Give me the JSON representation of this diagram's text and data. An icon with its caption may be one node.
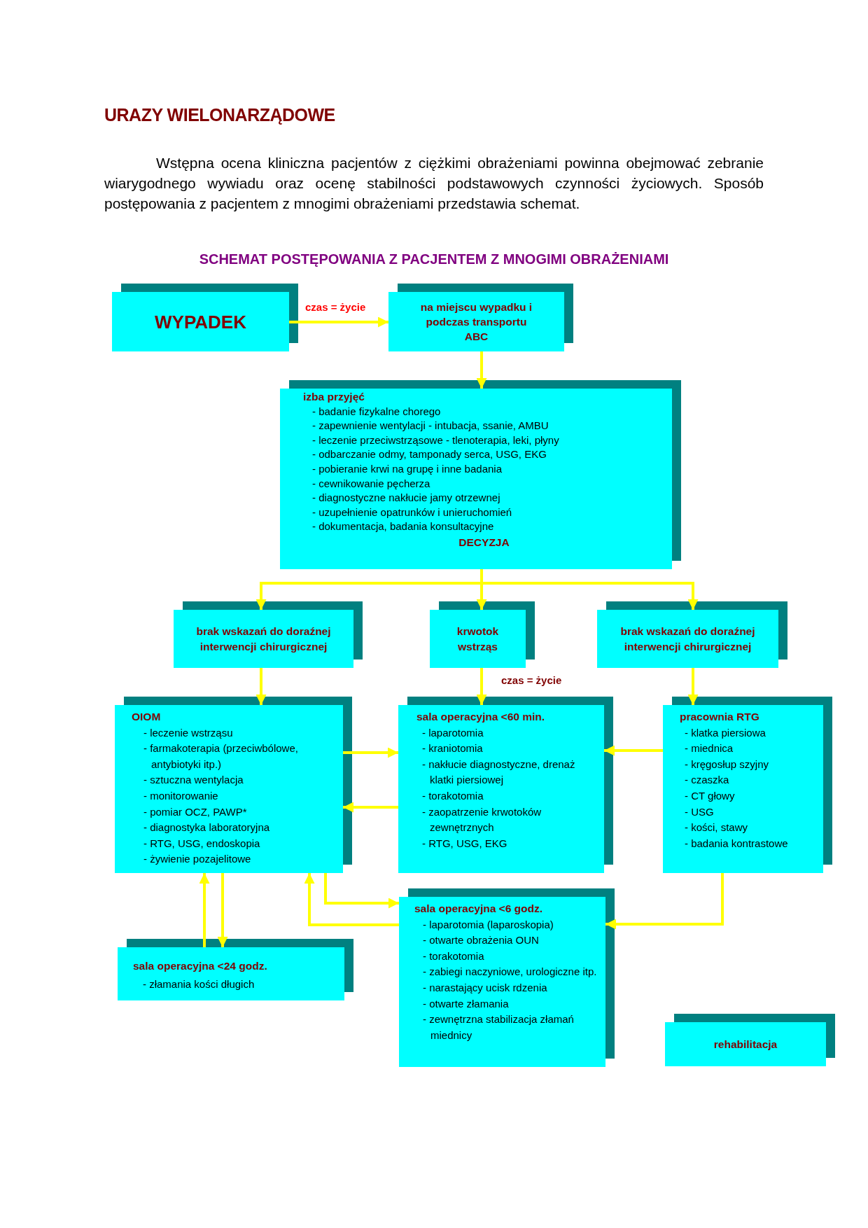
{
  "diagram": {
    "title": "URAZY WIELONARZĄDOWE",
    "labels": [
      "Wstępna ocena kliniczna pacjentów z ciężkimi obrażeniami powinna obejmować zebranie wiarygodnego wywiadu oraz ocenę stabilności podstawowych czynności życiowych. Sposób postępowania z pacjentem z mnogimi obrażeniami przedstawia schemat.",
      "SCHEMAT POSTĘPOWANIA Z PACJENTEM Z MNOGIMI OBRAŻENIAMI"
    ],
    "nodes": [
      {
        "text": [
          "WYPADEK"
        ]
      },
      {
        "text": [
          "na miejscu wypadku i podczas transportu",
          "ABC"
        ]
      },
      {
        "text": [
          "izba przyjęć",
          "- badanie fizykalne chorego",
          "- zapewnienie wentylacji - intubacja, ssanie, AMBU",
          "- leczenie przeciwstrząsowe - tlenoterapia, leki, płyny",
          "- odbarczanie odmy, tamponady serca, USG, EKG",
          "- pobieranie krwi na grupę i inne badania",
          "- cewnikowanie pęcherza",
          "- diagnostyczne nakłucie jamy otrzewnej",
          "- uzupełnienie opatrunków i unieruchomień",
          "- dokumentacja, badania konsultacyjne",
          "DECYZJA"
        ]
      },
      {
        "text": [
          "brak wskazań do doraźnej interwencji chirurgicznej"
        ]
      },
      {
        "text": [
          "krwotok wstrząs"
        ]
      },
      {
        "text": [
          "brak wskazań do doraźnej interwencji chirurgicznej"
        ]
      },
      {
        "text": [
          "OIOM",
          "- leczenie wstrząsu",
          "- farmakoterapia (przeciwbólowe, antybiotyki itp.)",
          "- sztuczna wentylacja",
          "- monitorowanie",
          "- pomiar OCZ, PAWP*",
          "- diagnostyka laboratoryjna",
          "- RTG, USG, endoskopia",
          "- żywienie pozajelitowe"
        ]
      },
      {
        "text": [
          "sala operacyjna <60 min.",
          "- laparotomia",
          "- kraniotomia",
          "- nakłucie diagnostyczne, drenaż klatki piersiowej",
          "- torakotomia",
          "- zaopatrzenie krwotoków zewnętrznych",
          "- RTG, USG, EKG"
        ]
      },
      {
        "text": [
          "pracownia RTG",
          "- klatka piersiowa",
          "- miednica",
          "- kręgosłup szyjny",
          "- czaszka",
          "- CT głowy",
          "- USG",
          "- kości, stawy",
          "- badania kontrastowe"
        ]
      },
      {
        "text": [
          "sala operacyjna <24 godz.",
          "- złamania kości długich"
        ]
      },
      {
        "text": [
          "sala operacyjna <6 godz.",
          "- laparotomia (laparoskopia)",
          "- otwarte obrażenia OUN",
          "- torakotomia",
          "- zabiegi naczyniowe, urologiczne itp.",
          "- narastający ucisk rdzenia",
          "- otwarte złamania",
          "- zewnętrzna stabilizacja złamań miednicy"
        ]
      },
      {
        "text": [
          "rehabilitacja"
        ]
      }
    ],
    "edges": [
      {
        "from": 0,
        "to": 1,
        "arrow": "to",
        "label": "czas = życie"
      },
      {
        "from": 1,
        "to": 2,
        "arrow": "to"
      },
      {
        "from": 2,
        "to": 3,
        "arrow": "to"
      },
      {
        "from": 2,
        "to": 4,
        "arrow": "to"
      },
      {
        "from": 2,
        "to": 5,
        "arrow": "to"
      },
      {
        "from": 3,
        "to": 6,
        "arrow": "to"
      },
      {
        "from": 4,
        "to": 7,
        "arrow": "to",
        "label": "czas = życie"
      },
      {
        "from": 5,
        "to": 8,
        "arrow": "to"
      },
      {
        "from": 6,
        "to": 7,
        "arrow": "to"
      },
      {
        "from": 7,
        "to": 6,
        "arrow": "to"
      },
      {
        "from": 8,
        "to": 7,
        "arrow": "to"
      },
      {
        "from": 9,
        "to": 6,
        "arrow": "to"
      },
      {
        "from": 6,
        "to": 9,
        "arrow": "to"
      },
      {
        "from": 10,
        "to": 6,
        "arrow": "to"
      },
      {
        "from": 6,
        "to": 10,
        "arrow": "to"
      },
      {
        "from": 8,
        "to": 10,
        "arrow": "to"
      }
    ]
  }
}
